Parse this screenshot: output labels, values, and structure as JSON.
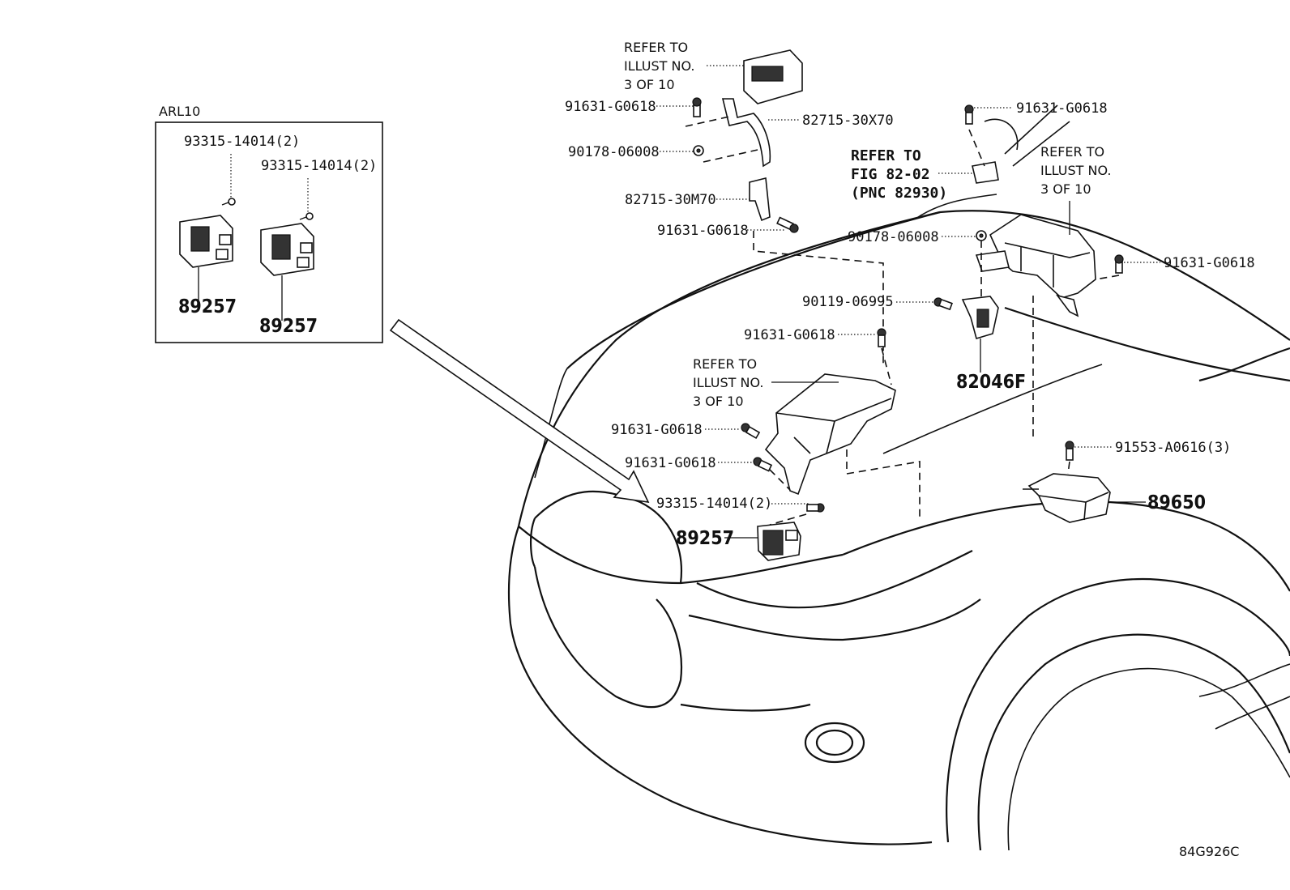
{
  "diagram": {
    "inset": {
      "title": "ARL10",
      "bolt_labels": [
        "93315-14014(2)",
        "93315-14014(2)"
      ],
      "part_labels": [
        "89257",
        "89257"
      ]
    },
    "callouts": {
      "refer_illust_top": [
        "REFER TO",
        "ILLUST NO.",
        "3 OF 10"
      ],
      "refer_illust_right": [
        "REFER TO",
        "ILLUST NO.",
        "3 OF 10"
      ],
      "refer_illust_mid": [
        "REFER TO",
        "ILLUST NO.",
        "3 OF 10"
      ],
      "refer_fig": [
        "REFER TO",
        "FIG 82-02",
        "(PNC 82930)"
      ]
    },
    "part_numbers": {
      "bolt_top_left": "91631-G0618",
      "bracket_upper": "82715-30X70",
      "nut_left": "90178-06008",
      "bracket_lower": "82715-30M70",
      "bolt_bracket": "91631-G0618",
      "bolt_top_right": "91631-G0618",
      "nut_right": "90178-06008",
      "bolt_far_right": "91631-G0618",
      "bolt_relay": "90119-06995",
      "relay": "82046F",
      "bolt_box_top": "91631-G0618",
      "bolt_box_1": "91631-G0618",
      "bolt_box_2": "91631-G0618",
      "bolt_ecu": "93315-14014(2)",
      "ecu": "89257",
      "bolt_module": "91553-A0616(3)",
      "module": "89650"
    },
    "figure_code": "84G926C"
  }
}
